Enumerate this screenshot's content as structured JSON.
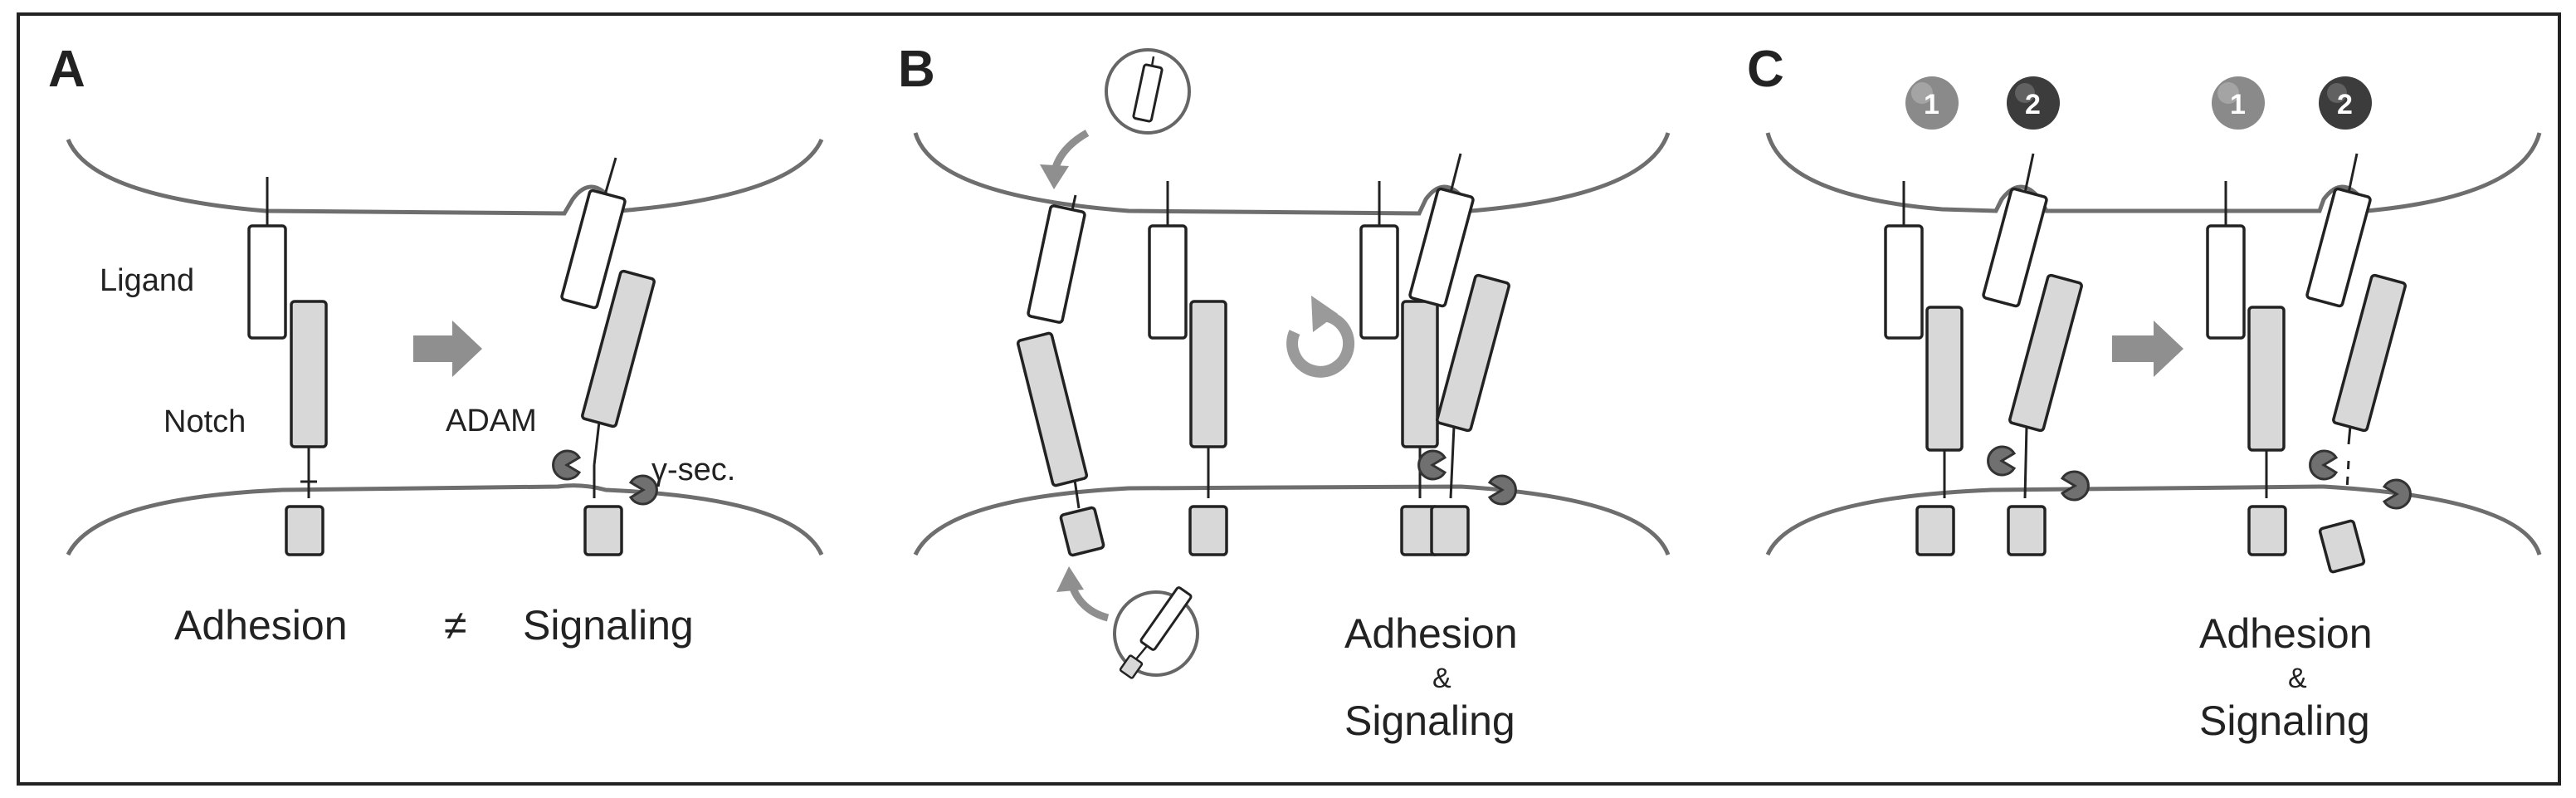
{
  "panels": [
    {
      "letter": "A",
      "labels": {
        "ligand": "Ligand",
        "notch": "Notch",
        "adam": "ADAM",
        "gamma": "γ-sec."
      },
      "caption": {
        "left": "Adhesion",
        "symbol": "≠",
        "right": "Signaling"
      }
    },
    {
      "letter": "B",
      "caption": {
        "line1": "Adhesion",
        "amp": "&",
        "line2": "Signaling"
      }
    },
    {
      "letter": "C",
      "badges": [
        "1",
        "2",
        "1",
        "2"
      ],
      "caption": {
        "line1": "Adhesion",
        "amp": "&",
        "line2": "Signaling"
      }
    }
  ],
  "colors": {
    "membrane": "#6e6e6e",
    "notch_fill": "#d8d8d8",
    "ligand_fill": "#ffffff",
    "arrow": "#8f8f8f",
    "enzyme": "#707070",
    "badge": "#7a7a7a",
    "badge_dark": "#3c3c3c"
  },
  "icons": [
    "right-arrow-icon",
    "rotate-icon",
    "curved-arrow-icon",
    "adam-enzyme-icon",
    "gamma-secretase-icon"
  ]
}
